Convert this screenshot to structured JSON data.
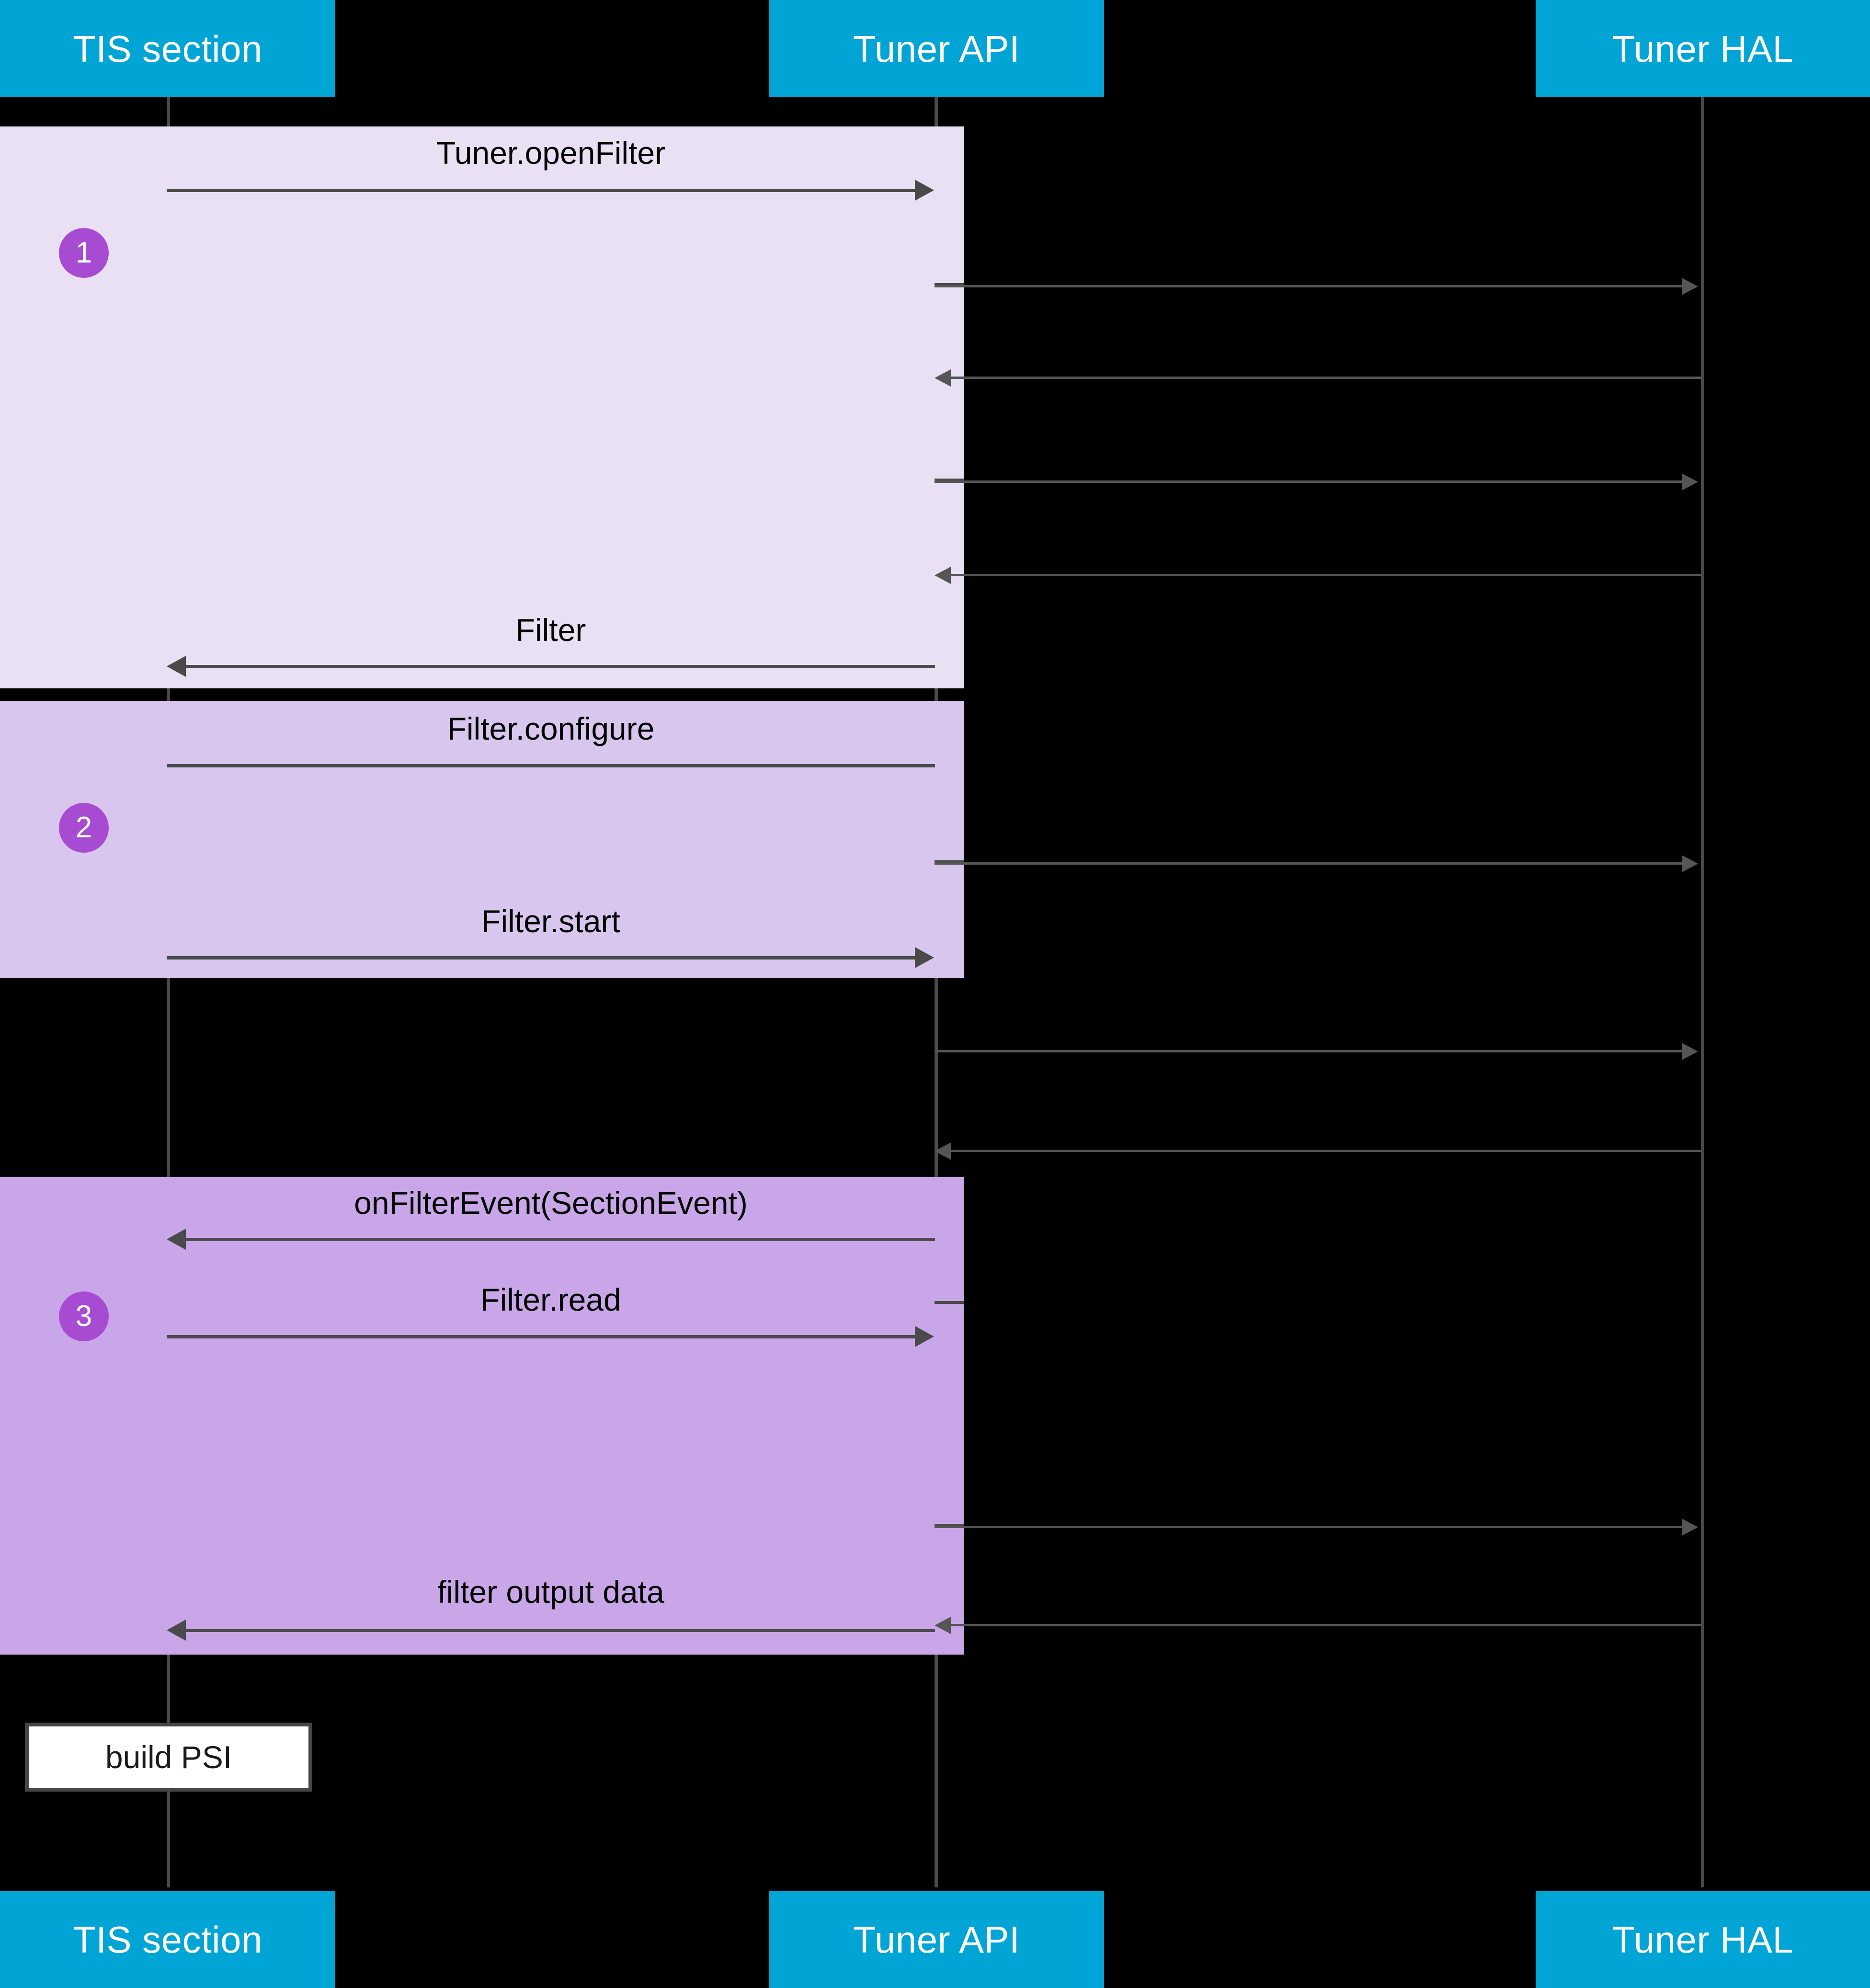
{
  "diagram": {
    "type": "sequence-diagram",
    "title": "TIS section filtering flow",
    "colors": {
      "participant_header": "#00a5d6",
      "participant_text": "#ffffff",
      "background": "#000000",
      "fragment_1": "#e9e0f4",
      "fragment_2": "#d9c6ee",
      "fragment_3": "#c9a6e8",
      "badge": "#a84bd3",
      "line": "#4a4a4a",
      "note_fill": "#ffffff",
      "note_border": "#454545"
    }
  },
  "participants": [
    {
      "id": "tis",
      "label": "TIS section"
    },
    {
      "id": "api",
      "label": "Tuner API"
    },
    {
      "id": "hal",
      "label": "Tuner HAL"
    }
  ],
  "footer_participants": [
    {
      "id": "tis",
      "label": "TIS section"
    },
    {
      "id": "api",
      "label": "Tuner API"
    },
    {
      "id": "hal",
      "label": "Tuner HAL"
    }
  ],
  "steps": [
    {
      "number": "1",
      "label": "1"
    },
    {
      "number": "2",
      "label": "2"
    },
    {
      "number": "3",
      "label": "3"
    }
  ],
  "messages": [
    {
      "id": "m1",
      "label": "Tuner.openFilter",
      "from": "tis",
      "to": "api",
      "direction": "right",
      "step": "1"
    },
    {
      "id": "m2",
      "label": "",
      "from": "api",
      "to": "hal",
      "direction": "right",
      "step": "1"
    },
    {
      "id": "m3",
      "label": "",
      "from": "hal",
      "to": "api",
      "direction": "left",
      "step": "1"
    },
    {
      "id": "m4",
      "label": "",
      "from": "api",
      "to": "hal",
      "direction": "right",
      "step": "1"
    },
    {
      "id": "m5",
      "label": "",
      "from": "hal",
      "to": "api",
      "direction": "left",
      "step": "1"
    },
    {
      "id": "m6",
      "label": "Filter",
      "from": "api",
      "to": "tis",
      "direction": "left",
      "step": "1"
    },
    {
      "id": "m7",
      "label": "Filter.configure",
      "from": "tis",
      "to": "api",
      "direction": "right",
      "step": "2"
    },
    {
      "id": "m8",
      "label": "",
      "from": "api",
      "to": "hal",
      "direction": "right",
      "step": "2"
    },
    {
      "id": "m9",
      "label": "Filter.start",
      "from": "tis",
      "to": "api",
      "direction": "right",
      "step": "2"
    },
    {
      "id": "m10",
      "label": "",
      "from": "api",
      "to": "hal",
      "direction": "right",
      "step": ""
    },
    {
      "id": "m11",
      "label": "",
      "from": "hal",
      "to": "api",
      "direction": "left",
      "step": ""
    },
    {
      "id": "m12",
      "label": "onFilterEvent(SectionEvent)",
      "from": "api",
      "to": "tis",
      "direction": "left",
      "step": "3"
    },
    {
      "id": "m13",
      "label": "Filter.read",
      "from": "tis",
      "to": "api",
      "direction": "right",
      "step": "3"
    },
    {
      "id": "m14",
      "label": "",
      "from": "api",
      "to": "hal",
      "direction": "right",
      "step": "3"
    },
    {
      "id": "m15",
      "label": "",
      "from": "hal",
      "to": "api",
      "direction": "left",
      "step": "3"
    },
    {
      "id": "m16",
      "label": "filter output data",
      "from": "api",
      "to": "tis",
      "direction": "left",
      "step": "3"
    }
  ],
  "notes": [
    {
      "id": "n1",
      "label": "build PSI",
      "on": "tis"
    }
  ]
}
